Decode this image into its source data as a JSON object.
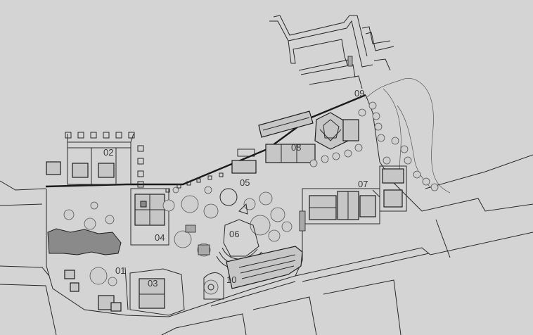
{
  "plan": {
    "background_color": "#d4d4d4",
    "line_color": "#2a2a2a",
    "zones": [
      {
        "id": "zone-01",
        "label": "01"
      },
      {
        "id": "zone-02",
        "label": "02"
      },
      {
        "id": "zone-03",
        "label": "03"
      },
      {
        "id": "zone-04",
        "label": "04"
      },
      {
        "id": "zone-05",
        "label": "05"
      },
      {
        "id": "zone-06",
        "label": "06"
      },
      {
        "id": "zone-07",
        "label": "07"
      },
      {
        "id": "zone-08",
        "label": "08"
      },
      {
        "id": "zone-09",
        "label": "09"
      },
      {
        "id": "zone-10",
        "label": "10"
      }
    ]
  }
}
